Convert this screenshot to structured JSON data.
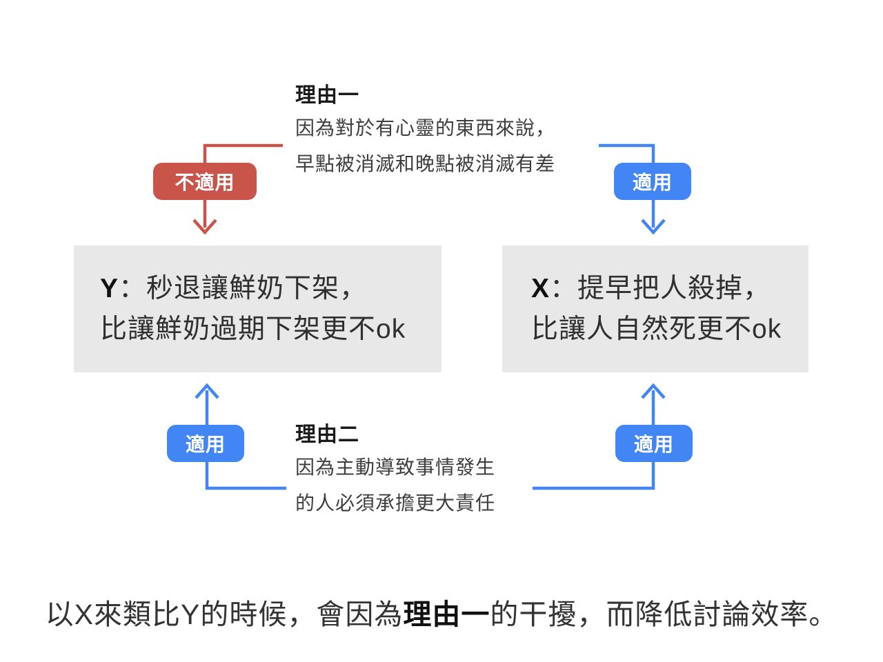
{
  "colors": {
    "red": "#c9554a",
    "blue": "#4285f4",
    "box_bg": "#e8e8e8",
    "body_text": "#3d3d3d",
    "heading_text": "#1a1a1a"
  },
  "reason1": {
    "title": "理由一",
    "lines": [
      "因為對於有心靈的東西來說，",
      "早點被消滅和晚點被消滅有差"
    ]
  },
  "reason2": {
    "title": "理由二",
    "lines": [
      "因為主動導致事情發生",
      "的人必須承擔更大責任"
    ]
  },
  "badges": {
    "top_left": "不適用",
    "top_right": "適用",
    "bottom_left": "適用",
    "bottom_right": "適用"
  },
  "boxes": {
    "y": {
      "label": "Y",
      "line1": "：秒退讓鮮奶下架，",
      "line2": "比讓鮮奶過期下架更不ok"
    },
    "x": {
      "label": "X",
      "line1": "：提早把人殺掉，",
      "line2": "比讓人自然死更不ok"
    }
  },
  "conclusion": {
    "prefix": "以X來類比Y的時候，會因為",
    "emphasis": "理由一",
    "suffix": "的干擾，而降低討論效率。"
  }
}
